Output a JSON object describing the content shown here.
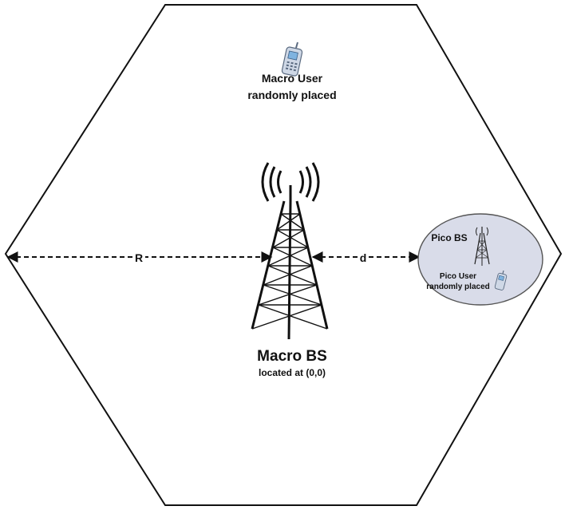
{
  "macro_user": {
    "line1": "Macro User",
    "line2": "randomly placed",
    "icon": "mobile-phone-icon"
  },
  "macro_bs": {
    "title": "Macro BS",
    "subtitle": "located at (0,0)",
    "icon": "cell-tower-icon"
  },
  "pico": {
    "bs_label": "Pico BS",
    "user_line1": "Pico User",
    "user_line2": "randomly placed",
    "area_color": "#d9dce9"
  },
  "distances": {
    "r_label": "R",
    "d_label": "d"
  }
}
